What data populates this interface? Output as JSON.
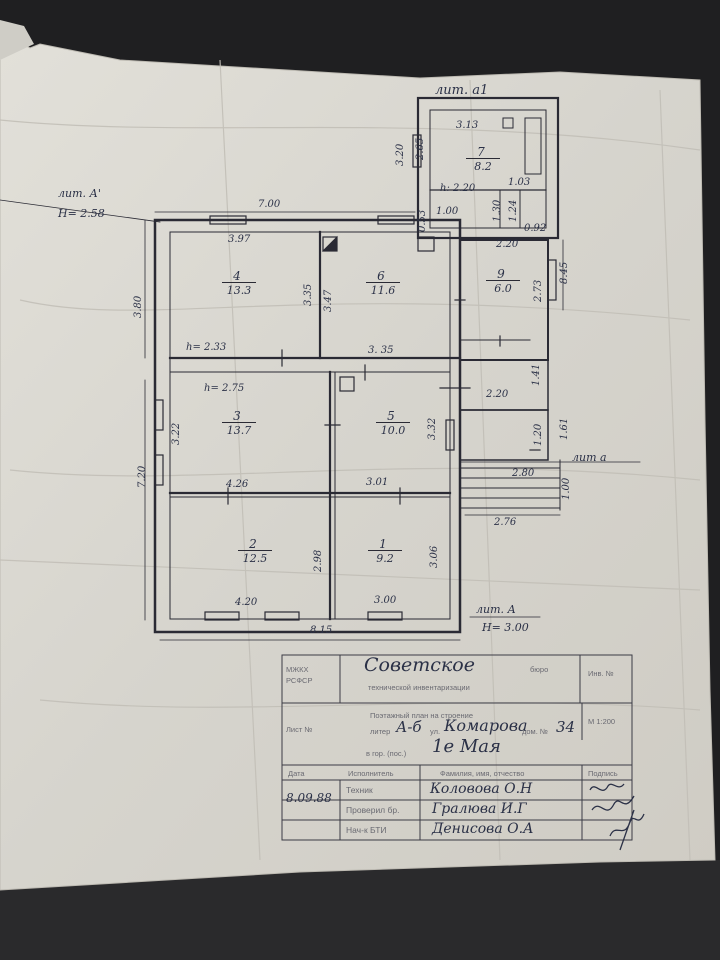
{
  "colors": {
    "paper": "#dcdad3",
    "ink": "#2a2a34",
    "background": "#1f1f21"
  },
  "plan": {
    "lit_a1_label": "лит. А'",
    "lit_a1_height": "H= 2.58",
    "lit_a2_label": "лит. А",
    "lit_a2_height": "H= 3.00",
    "lit_a_small": "лит а",
    "top_annotation": "лит. а1",
    "rooms": [
      {
        "num": "1",
        "area": "9.2"
      },
      {
        "num": "2",
        "area": "12.5"
      },
      {
        "num": "3",
        "area": "13.7"
      },
      {
        "num": "4",
        "area": "13.3"
      },
      {
        "num": "5",
        "area": "10.0"
      },
      {
        "num": "6",
        "area": "11.6"
      },
      {
        "num": "7",
        "area": "8.2"
      },
      {
        "num": "9",
        "area": "6.0"
      }
    ],
    "dims": {
      "d700": "7.00",
      "d397": "3.97",
      "d380": "3.80",
      "d335": "3.35",
      "d347": "3.47",
      "h233": "h= 2.33",
      "d385": "3. 35",
      "h275": "h= 2.75",
      "d322": "3.22",
      "d332": "3.32",
      "d720": "7.20",
      "d426": "4.26",
      "d301": "3.01",
      "d298": "2.98",
      "d306": "3.06",
      "d420": "4.20",
      "d300": "3.00",
      "d815": "8.15",
      "d313": "3.13",
      "d265": "2.65",
      "d320": "3.20",
      "h220": "h: 2.20",
      "d103": "1.03",
      "d053": "0.53",
      "d100a": "1.00",
      "d130": "1.30",
      "d124": "1.24",
      "d092": "0.92",
      "d220a": "2.20",
      "d273": "2.73",
      "d845": "8.45",
      "d141": "1.41",
      "d220b": "2.20",
      "d161": "1.61",
      "d120": "1.20",
      "d280": "2.80",
      "d100b": "1.00",
      "d276": "2.76"
    }
  },
  "stamp": {
    "org_left": "МЖКХ РСФСР",
    "org_name": "Советское",
    "bureau": "бюро",
    "bureau_sub": "технической инвентаризации",
    "inv": "Инв. №",
    "list": "Лист №",
    "plan_title": "Поэтажный план на строение",
    "liter_prefix": "литер",
    "liter_value": "А-б",
    "street_prefix": "ул.",
    "street_value": "Комарова",
    "house_label": "дом. №",
    "house_value": "34",
    "scale": "М 1:200",
    "city_prefix": "в гор. (пос.)",
    "city_value": "1е Мая",
    "date_label": "Дата",
    "executor_label": "Исполнитель",
    "name_label": "Фамилия, имя, отчество",
    "signature_label": "Подпись",
    "date_value": "8.09.88",
    "role1": "Техник",
    "name1": "Коловова О.Н",
    "role2": "Проверил бр.",
    "name2": "Гралюва И.Г",
    "role3": "Нач-к БТИ",
    "name3": "Денисова О.А"
  }
}
